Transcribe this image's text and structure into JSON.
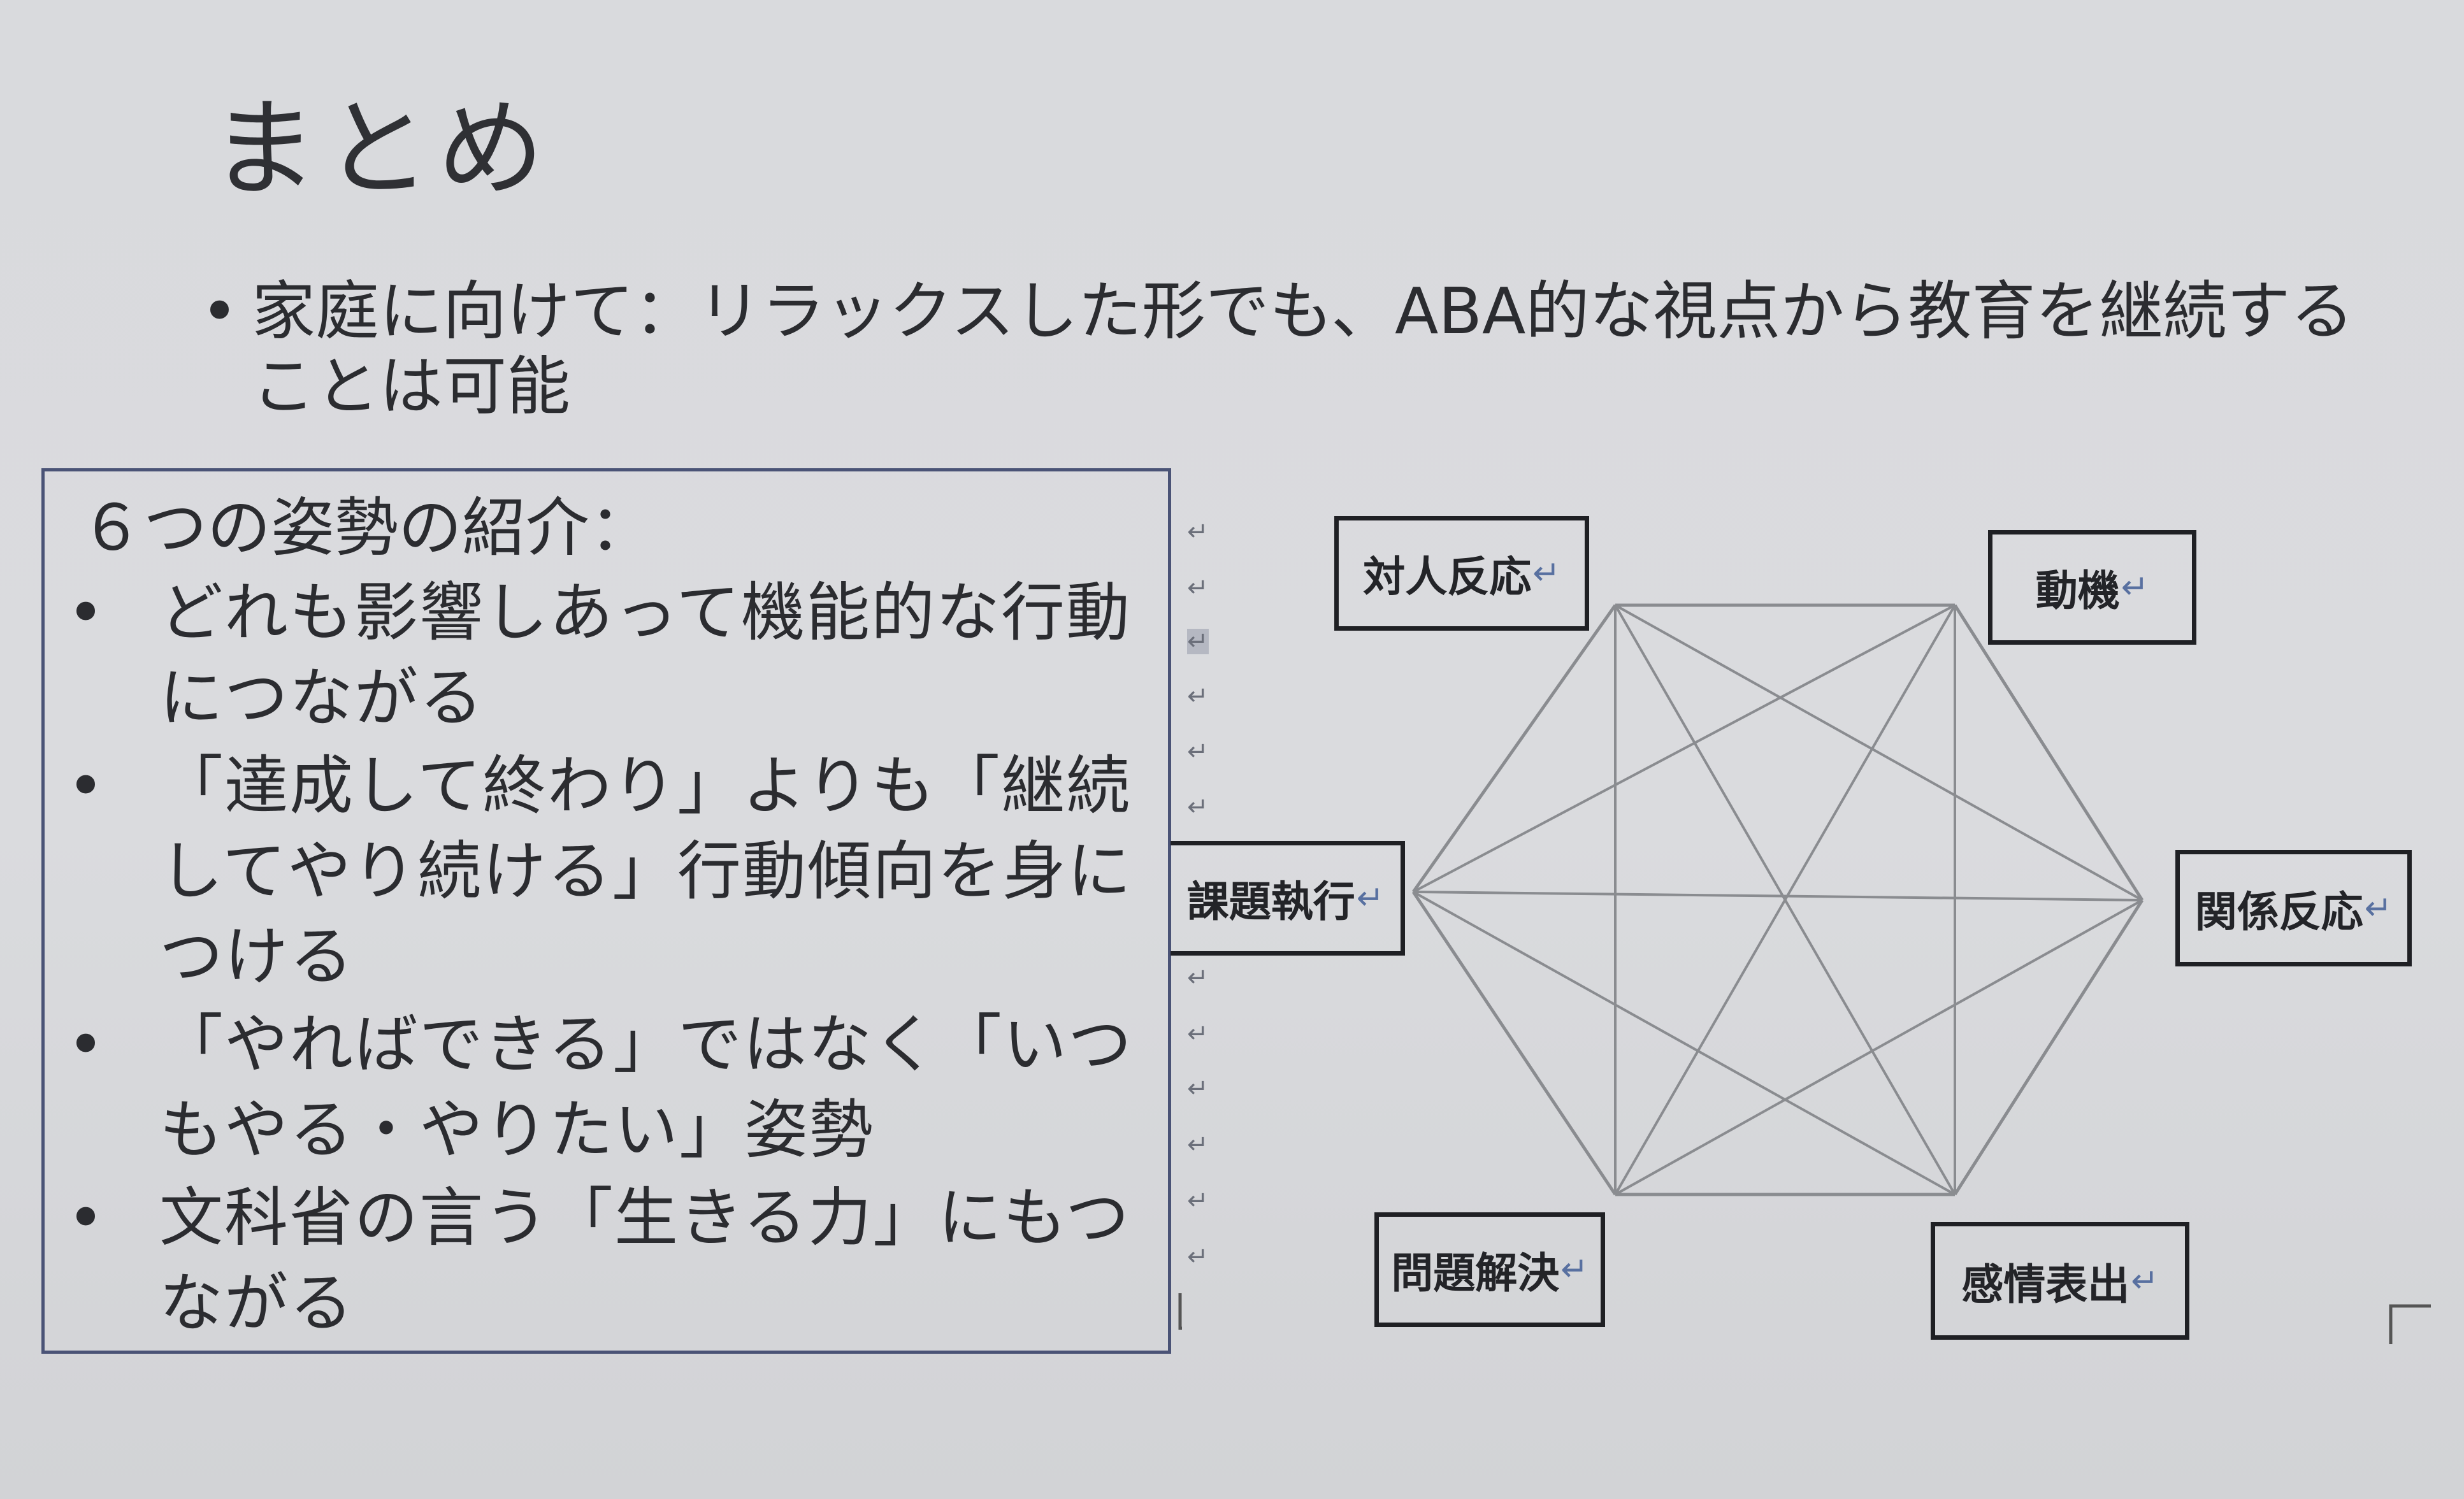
{
  "slide": {
    "title": "まとめ",
    "intro": {
      "bullet": "•",
      "text": "家庭に向けて：リラックスした形でも、ABA的な視点から教育を継続することは可能"
    },
    "box": {
      "heading": "６つの姿勢の紹介：",
      "bullet": "•",
      "items": [
        "どれも影響しあって機能的な行動につながる",
        "「達成して終わり」よりも「継続してやり続ける」行動傾向を身につける",
        "「やればできる」ではなく「いつもやる・やりたい」姿勢",
        "文科省の言う「生きる力」にもつながる"
      ]
    },
    "return_mark": "↵"
  },
  "diagram": {
    "nodes": {
      "top_left": "対人反応",
      "top_right": "動機",
      "left": "課題執行",
      "right": "関係反応",
      "bottom_left": "問題解決",
      "bottom_right": "感情表出"
    },
    "line_color": "#8a8c90",
    "box_border_color": "#1f2024",
    "return_mark_color": "#5870a0"
  },
  "colors": {
    "text_box_border": "#4a5376",
    "background": "#d9dadd"
  }
}
